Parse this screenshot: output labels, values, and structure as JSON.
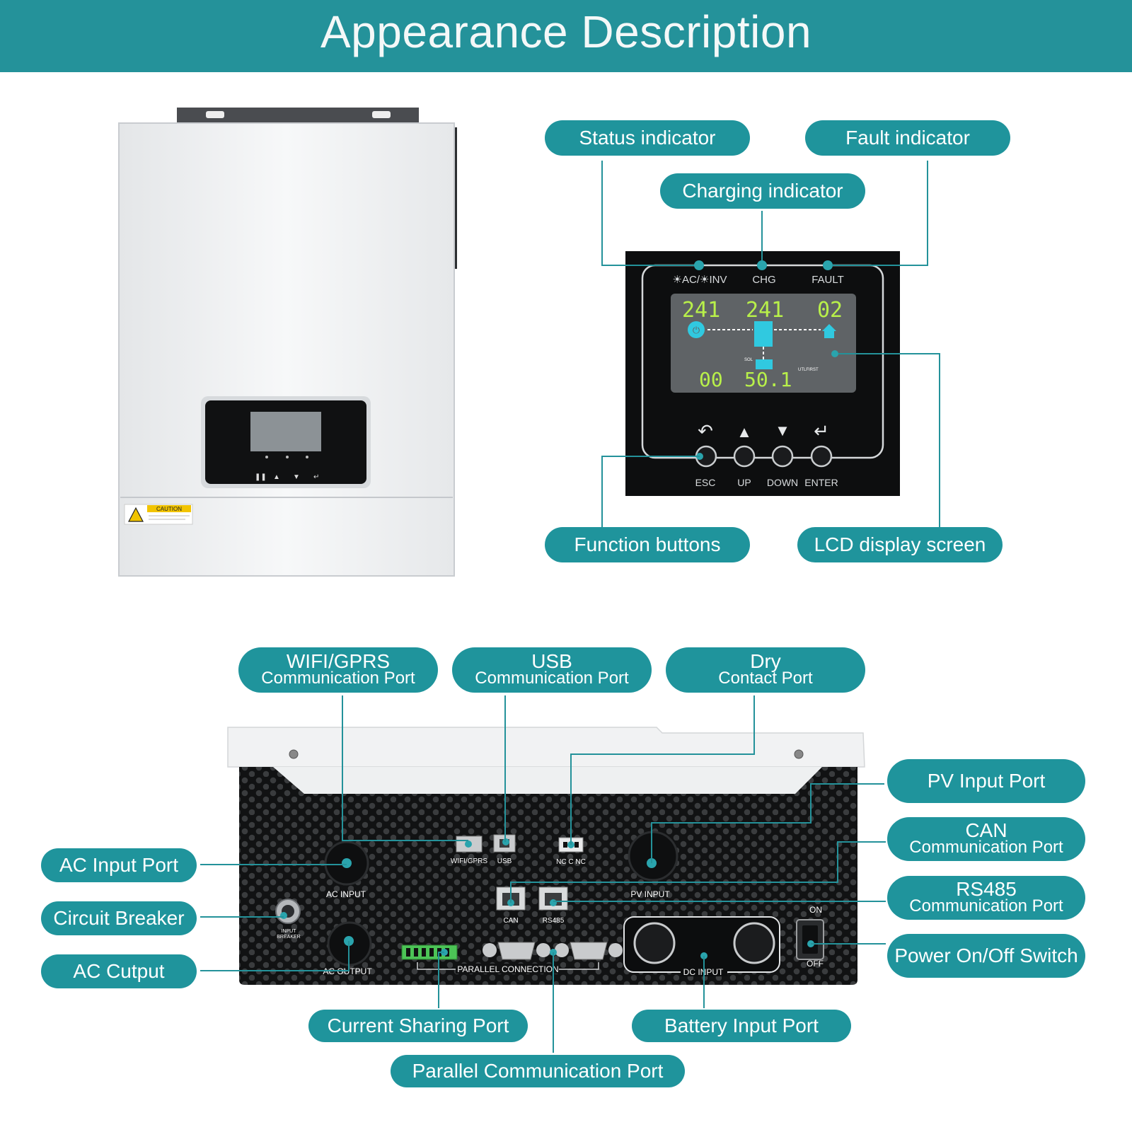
{
  "title": "Appearance Description",
  "front_panel": {
    "indicators": [
      "☀AC/☀INV",
      "CHG",
      "FAULT"
    ],
    "lcd_readings": {
      "top_left": "241",
      "top_mid": "241",
      "top_right": "02",
      "bottom_left": "00",
      "bottom_mid": "50.1"
    },
    "lcd_tags": {
      "sol": "SOL",
      "utl": "UTLFIRST"
    },
    "buttons": [
      "ESC",
      "UP",
      "DOWN",
      "ENTER"
    ],
    "caution": "CAUTION"
  },
  "bottom_panel": {
    "port_labels": {
      "ac_input": "AC  INPUT",
      "wifi": "WIFI/GPRS",
      "usb": "USB",
      "dry": "NC  C  NC",
      "pv": "PV  INPUT",
      "can": "CAN",
      "rs485": "RS485",
      "breaker_1": "INPUT",
      "breaker_2": "BREAKER",
      "ac_output": "AC  OUTPUT",
      "parallel": "PARALLEL  CONNECTION",
      "dc": "DC  INPUT",
      "on": "ON",
      "off": "OFF"
    }
  },
  "callouts": {
    "status": "Status indicator",
    "fault": "Fault indicator",
    "charging": "Charging indicator",
    "function": "Function buttons",
    "lcd": "LCD display screen",
    "wifi": [
      "WIFI/GPRS",
      "Communication Port"
    ],
    "usb": [
      "USB",
      "Communication Port"
    ],
    "dry": [
      "Dry",
      "Contact Port"
    ],
    "pv": "PV Input Port",
    "can": [
      "CAN",
      "Communication Port"
    ],
    "rs485": [
      "RS485",
      "Communication Port"
    ],
    "power": "Power On/Off Switch",
    "ac_input": "AC Input Port",
    "breaker": "Circuit Breaker",
    "ac_output": "AC Cutput",
    "current_sharing": "Current Sharing Port",
    "battery": "Battery Input Port",
    "parallel_comm": "Parallel Communication Port"
  },
  "colors": {
    "teal": "#24929a",
    "lcd": "#5f6366",
    "lcd_green": "#b8f04a",
    "lcd_cyan": "#30c9e0"
  }
}
